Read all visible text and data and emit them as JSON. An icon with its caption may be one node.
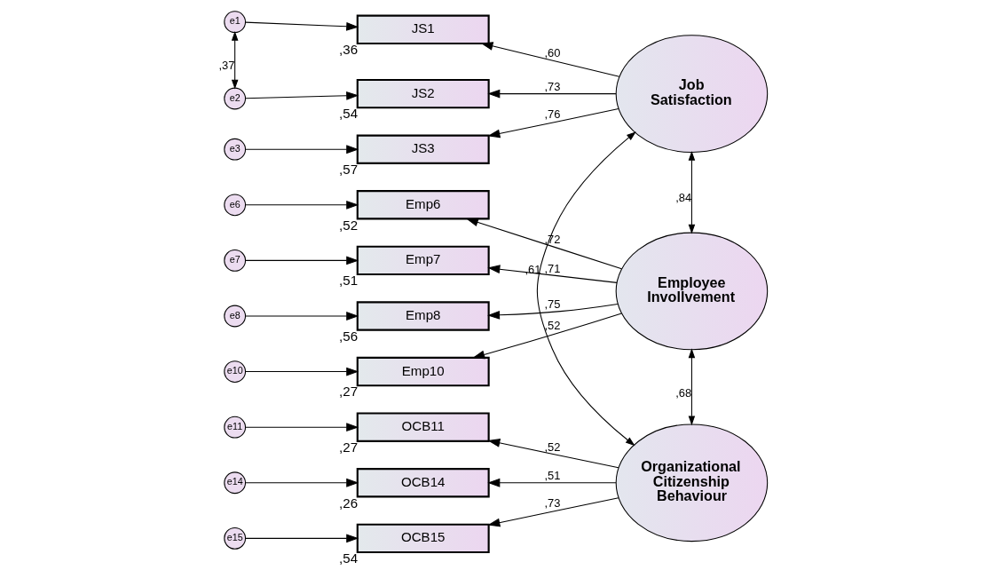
{
  "diagram": {
    "nodes": [
      {
        "text": [
          "e1"
        ]
      },
      {
        "text": [
          "JS1"
        ],
        "beside": [
          ",36"
        ]
      },
      {
        "text": [
          "e2"
        ]
      },
      {
        "text": [
          "JS2"
        ],
        "beside": [
          ",54"
        ]
      },
      {
        "text": [
          "e3"
        ]
      },
      {
        "text": [
          "JS3"
        ],
        "beside": [
          ",57"
        ]
      },
      {
        "text": [
          "e6"
        ]
      },
      {
        "text": [
          "Emp6"
        ],
        "beside": [
          ",52"
        ]
      },
      {
        "text": [
          "e7"
        ]
      },
      {
        "text": [
          "Emp7"
        ],
        "beside": [
          ",51"
        ]
      },
      {
        "text": [
          "e8"
        ]
      },
      {
        "text": [
          "Emp8"
        ],
        "beside": [
          ",56"
        ]
      },
      {
        "text": [
          "e10"
        ]
      },
      {
        "text": [
          "Emp10"
        ],
        "beside": [
          ",27"
        ]
      },
      {
        "text": [
          "e11"
        ]
      },
      {
        "text": [
          "OCB11"
        ],
        "beside": [
          ",27"
        ]
      },
      {
        "text": [
          "e14"
        ]
      },
      {
        "text": [
          "OCB14"
        ],
        "beside": [
          ",26"
        ]
      },
      {
        "text": [
          "e15"
        ]
      },
      {
        "text": [
          "OCB15"
        ],
        "beside": [
          ",54"
        ]
      },
      {
        "text": [
          "Job Satisfaction"
        ]
      },
      {
        "text": [
          "Employee Invollvement"
        ]
      },
      {
        "text": [
          "Organizational Citizenship Behaviour"
        ]
      }
    ],
    "edges": [
      {
        "from": 0,
        "to": 1,
        "arrow": "to"
      },
      {
        "from": 2,
        "to": 3,
        "arrow": "to"
      },
      {
        "from": 4,
        "to": 5,
        "arrow": "to"
      },
      {
        "from": 6,
        "to": 7,
        "arrow": "to"
      },
      {
        "from": 8,
        "to": 9,
        "arrow": "to"
      },
      {
        "from": 10,
        "to": 11,
        "arrow": "to"
      },
      {
        "from": 12,
        "to": 13,
        "arrow": "to"
      },
      {
        "from": 14,
        "to": 15,
        "arrow": "to"
      },
      {
        "from": 16,
        "to": 17,
        "arrow": "to"
      },
      {
        "from": 18,
        "to": 19,
        "arrow": "to"
      },
      {
        "from": 0,
        "to": 2,
        "arrow": "both",
        "label": ",37"
      },
      {
        "from": 20,
        "to": 1,
        "arrow": "to",
        "label": ",60"
      },
      {
        "from": 20,
        "to": 3,
        "arrow": "to",
        "label": ",73"
      },
      {
        "from": 20,
        "to": 5,
        "arrow": "to",
        "label": ",76"
      },
      {
        "from": 21,
        "to": 7,
        "arrow": "to",
        "label": ",72"
      },
      {
        "from": 21,
        "to": 9,
        "arrow": "to",
        "label": ",71"
      },
      {
        "from": 21,
        "to": 11,
        "arrow": "to",
        "label": ",75"
      },
      {
        "from": 21,
        "to": 13,
        "arrow": "to",
        "label": ",52"
      },
      {
        "from": 22,
        "to": 15,
        "arrow": "to",
        "label": ",52"
      },
      {
        "from": 22,
        "to": 17,
        "arrow": "to",
        "label": ",51"
      },
      {
        "from": 22,
        "to": 19,
        "arrow": "to",
        "label": ",73"
      },
      {
        "from": 20,
        "to": 21,
        "arrow": "both",
        "label": ",84"
      },
      {
        "from": 21,
        "to": 22,
        "arrow": "both",
        "label": ",68"
      },
      {
        "from": 20,
        "to": 22,
        "arrow": "both",
        "label": ",61"
      }
    ]
  }
}
